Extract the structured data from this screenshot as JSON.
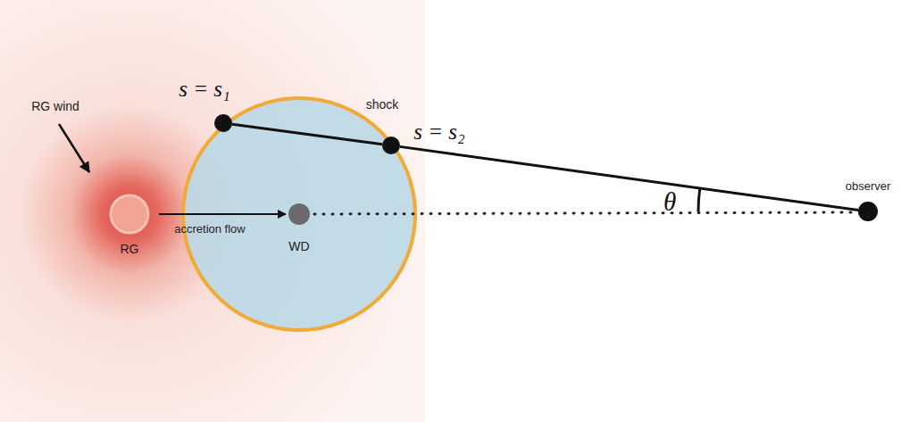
{
  "diagram": {
    "nodes": [
      {
        "text": [
          "RG"
        ]
      },
      {
        "text": [
          "shock"
        ]
      },
      {
        "text": [
          "WD"
        ],
        "in": 1
      },
      {
        "text": [
          "s = s₁"
        ]
      },
      {
        "text": [
          "s = s₂"
        ]
      },
      {
        "text": [
          "observer"
        ]
      }
    ],
    "edges": [
      {
        "from": 0,
        "to": 2,
        "arrow": "to",
        "label": "accretion flow"
      },
      {
        "from": 3,
        "to": 4,
        "arrow": "none"
      },
      {
        "from": 4,
        "to": 5,
        "arrow": "none"
      }
    ],
    "labels": [
      "RG wind",
      "θ"
    ]
  }
}
